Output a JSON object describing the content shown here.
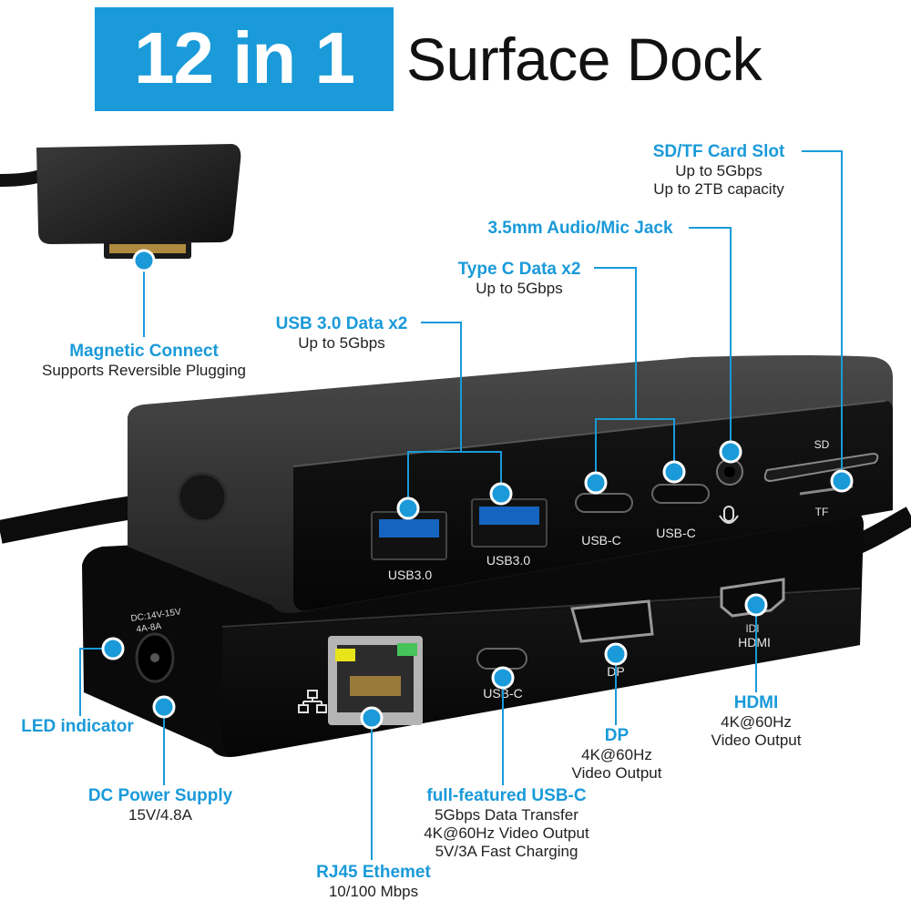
{
  "title": {
    "badge": "12 in 1",
    "text": "Surface Dock"
  },
  "accent_color": "#1a9ad9",
  "callouts": {
    "magnetic": {
      "heading": "Magnetic Connect",
      "lines": [
        "Supports Reversible Plugging"
      ]
    },
    "usb30": {
      "heading": "USB 3.0 Data x2",
      "lines": [
        "Up to 5Gbps"
      ]
    },
    "typec": {
      "heading": "Type C Data x2",
      "lines": [
        "Up to 5Gbps"
      ]
    },
    "audio": {
      "heading": "3.5mm Audio/Mic Jack",
      "lines": []
    },
    "sdtf": {
      "heading": "SD/TF Card Slot",
      "lines": [
        "Up to 5Gbps",
        "Up to 2TB capacity"
      ]
    },
    "led": {
      "heading": "LED indicator",
      "lines": []
    },
    "dc": {
      "heading": "DC Power Supply",
      "lines": [
        "15V/4.8A"
      ]
    },
    "rj45": {
      "heading": "RJ45 Ethemet",
      "lines": [
        "10/100 Mbps"
      ]
    },
    "usbc_full": {
      "heading": "full-featured USB-C",
      "lines": [
        "5Gbps Data Transfer",
        "4K@60Hz Video Output",
        "5V/3A Fast Charging"
      ]
    },
    "dp": {
      "heading": "DP",
      "lines": [
        "4K@60Hz",
        "Video Output"
      ]
    },
    "hdmi": {
      "heading": "HDMI",
      "lines": [
        "4K@60Hz",
        "Video Output"
      ]
    }
  },
  "port_labels": {
    "usb3_left": "USB3.0",
    "usb3_right": "USB3.0",
    "usbc_left": "USB-C",
    "usbc_right": "USB-C",
    "sd": "SD",
    "tf": "TF",
    "front_usbc": "USB-C",
    "dp": "DP",
    "hdmi": "HDMI",
    "dc_rating_1": "DC:14V-15V",
    "dc_rating_2": "4A-8A"
  },
  "icons": [
    "magnetic-connector-icon",
    "usb-a-port-icon",
    "usb-c-port-icon",
    "audio-jack-icon",
    "microphone-icon",
    "network-icon",
    "hdmi-port-icon",
    "displayport-icon",
    "dc-jack-icon"
  ]
}
